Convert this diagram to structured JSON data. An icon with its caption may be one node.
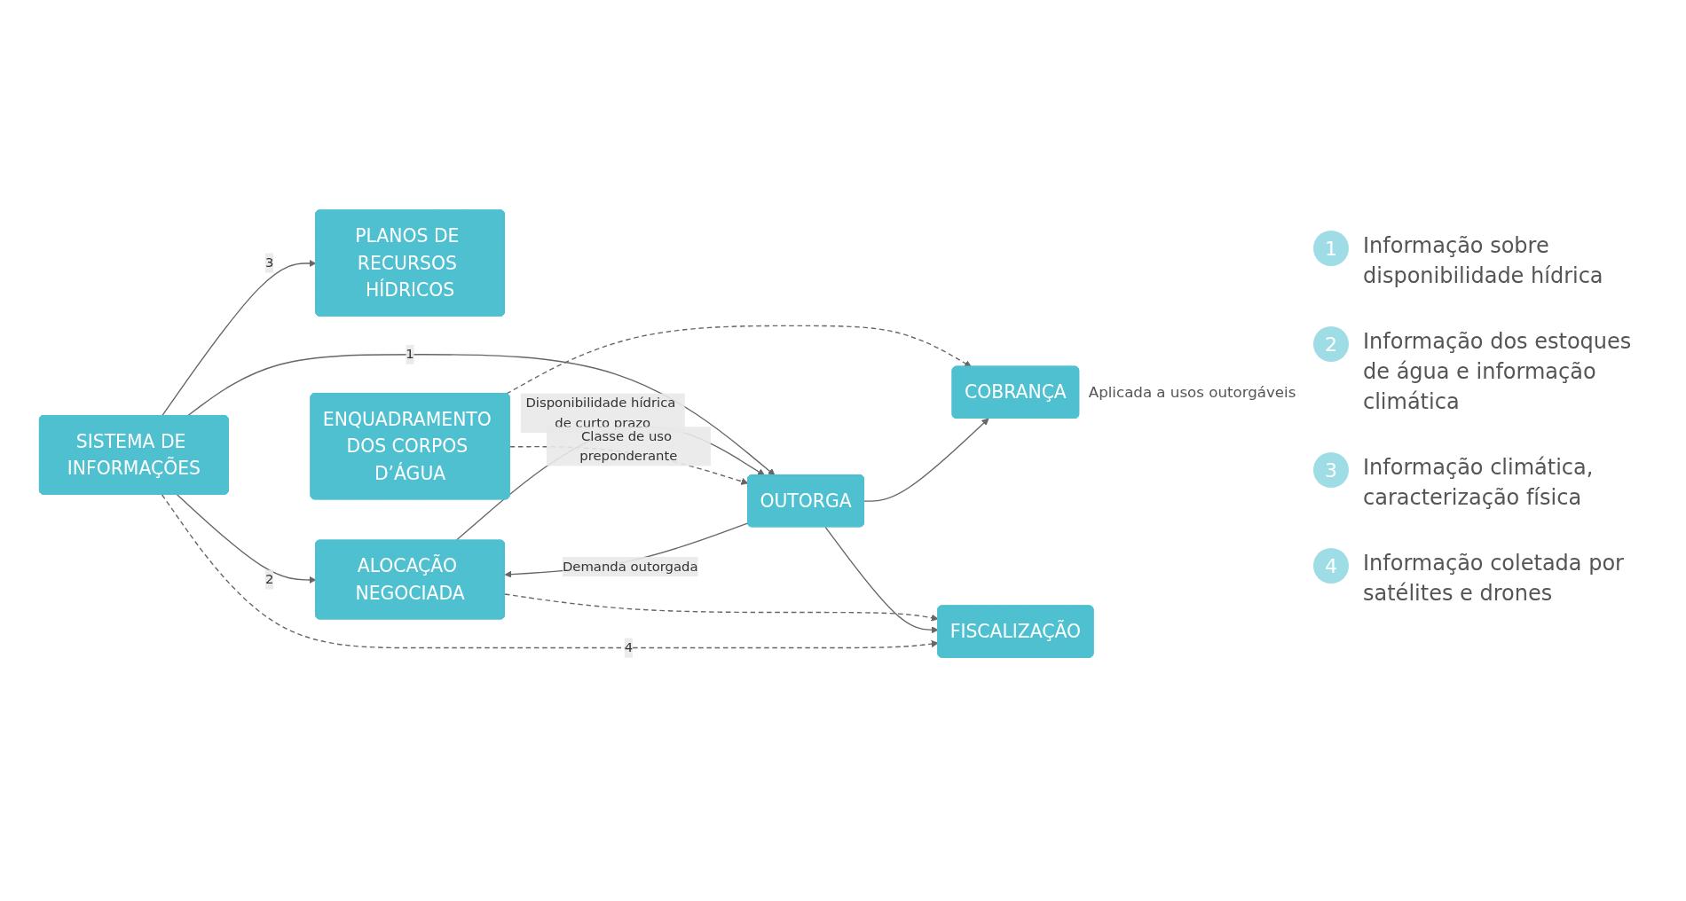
{
  "diagram": {
    "nodes": [
      {
        "text": [
          "PLANOS DE RECURSOS HÍDRICOS"
        ]
      },
      {
        "text": [
          "ALOCAÇÃO NEGOCIADA"
        ]
      },
      {
        "text": [
          "SISTEMA DE INFORMAÇÕES"
        ]
      },
      {
        "text": [
          "OUTORGA"
        ]
      },
      {
        "text": [
          "ENQUADRAMENTO DOS CORPOS D’ÁGUA"
        ]
      },
      {
        "text": [
          "COBRANÇA"
        ],
        "beside": [
          "Aplicada a usos outorgáveis"
        ]
      },
      {
        "text": [
          "FISCALIZAÇÃO"
        ]
      }
    ],
    "edges": [
      {
        "from": 2,
        "to": 0,
        "arrow": "to",
        "label": "3"
      },
      {
        "from": 2,
        "to": 1,
        "arrow": "to",
        "label": "2"
      },
      {
        "from": 2,
        "to": 3,
        "arrow": "to",
        "label": "1"
      },
      {
        "from": 3,
        "to": 1,
        "arrow": "to",
        "label": "Demanda outorgada"
      },
      {
        "from": 1,
        "to": 3,
        "arrow": "to",
        "label": "Disponibilidade hídrica de curto prazo"
      },
      {
        "from": 1,
        "to": 6,
        "arrow": "to",
        "style": "dashed"
      },
      {
        "from": 4,
        "to": 3,
        "arrow": "to",
        "style": "dashed",
        "label": "Classe de uso preponderante"
      },
      {
        "from": 4,
        "to": 5,
        "arrow": "to",
        "style": "dashed"
      },
      {
        "from": 3,
        "to": 5,
        "arrow": "to"
      },
      {
        "from": 3,
        "to": 6,
        "arrow": "to"
      },
      {
        "from": 2,
        "to": 6,
        "arrow": "to",
        "style": "dashed",
        "label": "4"
      }
    ],
    "labels": [
      "1",
      "2",
      "3",
      "4"
    ],
    "legend": [
      {
        "text": "Informação sobre disponibilidade hídrica"
      },
      {
        "text": "Informação dos estoques de água e informação climática"
      },
      {
        "text": "Informação climática, caracterização física"
      },
      {
        "text": "Informação coletada por satélites e drones"
      }
    ]
  }
}
